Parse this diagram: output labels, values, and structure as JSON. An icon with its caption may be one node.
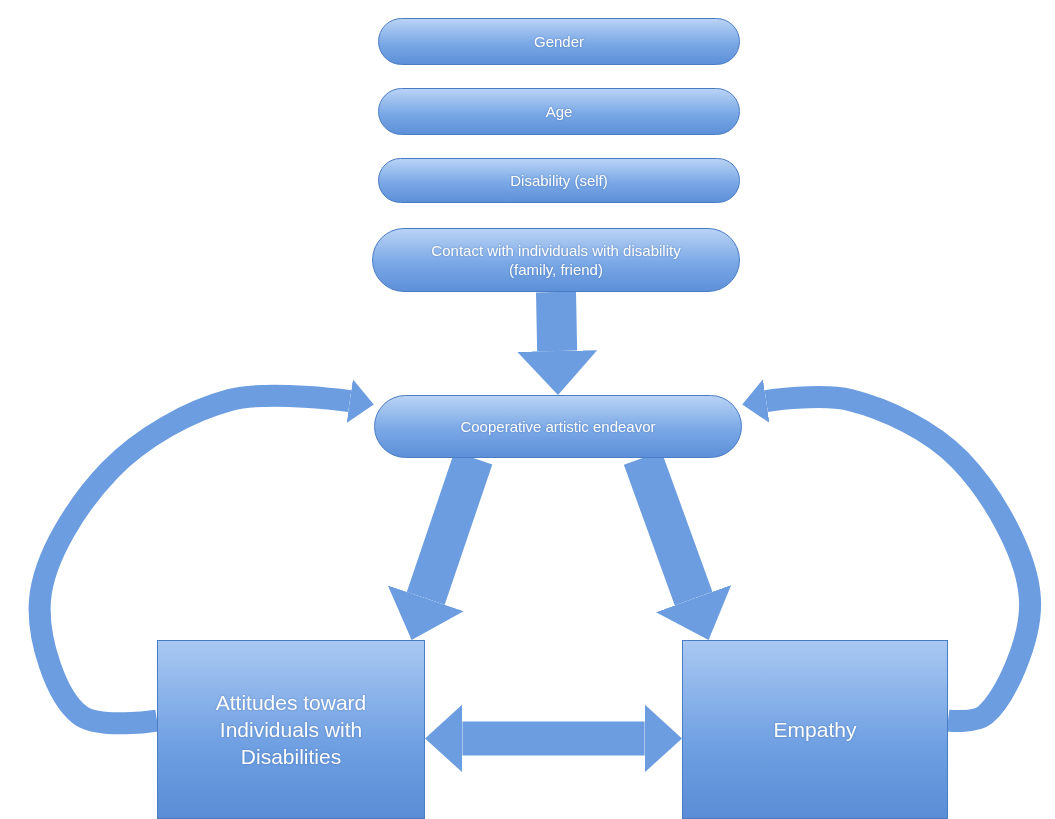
{
  "diagram": {
    "nodes": [
      {
        "text": [
          "Gender"
        ]
      },
      {
        "text": [
          "Age"
        ]
      },
      {
        "text": [
          "Disability (self)"
        ]
      },
      {
        "text": [
          "Contact with individuals with disability (family, friend)"
        ]
      },
      {
        "text": [
          "Cooperative artistic endeavor"
        ]
      },
      {
        "text": [
          "Attitudes toward Individuals with Disabilities"
        ]
      },
      {
        "text": [
          "Empathy"
        ]
      }
    ],
    "edges": [
      {
        "from": 3,
        "to": 4,
        "arrow": "to"
      },
      {
        "from": 4,
        "to": 5,
        "arrow": "to"
      },
      {
        "from": 4,
        "to": 6,
        "arrow": "to"
      },
      {
        "from": 5,
        "to": 6,
        "arrow": "both"
      },
      {
        "from": 5,
        "to": 4,
        "arrow": "to"
      },
      {
        "from": 6,
        "to": 4,
        "arrow": "to"
      }
    ]
  }
}
